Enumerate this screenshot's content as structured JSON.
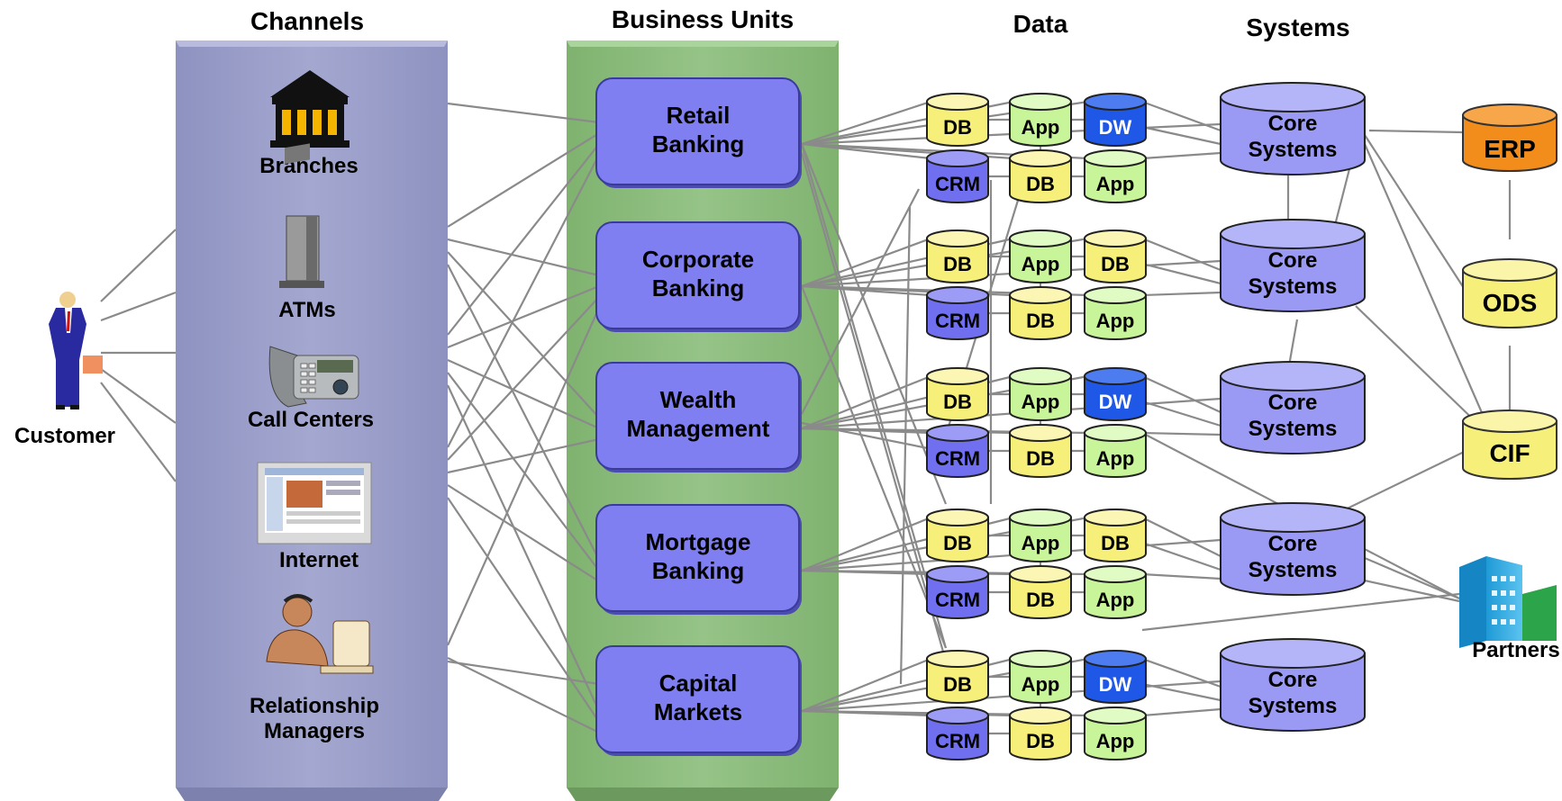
{
  "headers": {
    "channels": "Channels",
    "business_units": "Business Units",
    "data": "Data",
    "systems": "Systems"
  },
  "customer": {
    "label": "Customer"
  },
  "channels": {
    "branches": "Branches",
    "atms": "ATMs",
    "call_centers": "Call Centers",
    "internet": "Internet",
    "rm_line1": "Relationship",
    "rm_line2": "Managers"
  },
  "business_units": [
    {
      "line1": "Retail",
      "line2": "Banking"
    },
    {
      "line1": "Corporate",
      "line2": "Banking"
    },
    {
      "line1": "Wealth",
      "line2": "Management"
    },
    {
      "line1": "Mortgage",
      "line2": "Banking"
    },
    {
      "line1": "Capital",
      "line2": "Markets"
    }
  ],
  "data_groups": [
    {
      "top": [
        "DB",
        "App",
        "DW"
      ],
      "bottom": [
        "CRM",
        "DB",
        "App"
      ]
    },
    {
      "top": [
        "DB",
        "App",
        "DB"
      ],
      "bottom": [
        "CRM",
        "DB",
        "App"
      ]
    },
    {
      "top": [
        "DB",
        "App",
        "DW"
      ],
      "bottom": [
        "CRM",
        "DB",
        "App"
      ]
    },
    {
      "top": [
        "DB",
        "App",
        "DB"
      ],
      "bottom": [
        "CRM",
        "DB",
        "App"
      ]
    },
    {
      "top": [
        "DB",
        "App",
        "DW"
      ],
      "bottom": [
        "CRM",
        "DB",
        "App"
      ]
    }
  ],
  "core_systems": {
    "line1": "Core",
    "line2": "Systems"
  },
  "systems": {
    "erp": "ERP",
    "ods": "ODS",
    "cif": "CIF",
    "partners": "Partners"
  },
  "colors": {
    "channels_panel": "#9b9fc8",
    "business_panel": "#8dbd7e",
    "bu_box": "#7f7ff2",
    "db_yellow": "#f6ef7a",
    "app_green": "#c9f59a",
    "dw_blue": "#1f57e6",
    "crm_blue": "#6f6ff0",
    "core_blue": "#9a9af5",
    "erp_orange": "#f28c1a",
    "line_gray": "#8a8a8a"
  },
  "icons": [
    "customer-person-icon",
    "bank-building-icon",
    "atm-kiosk-icon",
    "telephone-icon",
    "web-monitor-icon",
    "person-at-computer-icon",
    "office-buildings-icon"
  ]
}
